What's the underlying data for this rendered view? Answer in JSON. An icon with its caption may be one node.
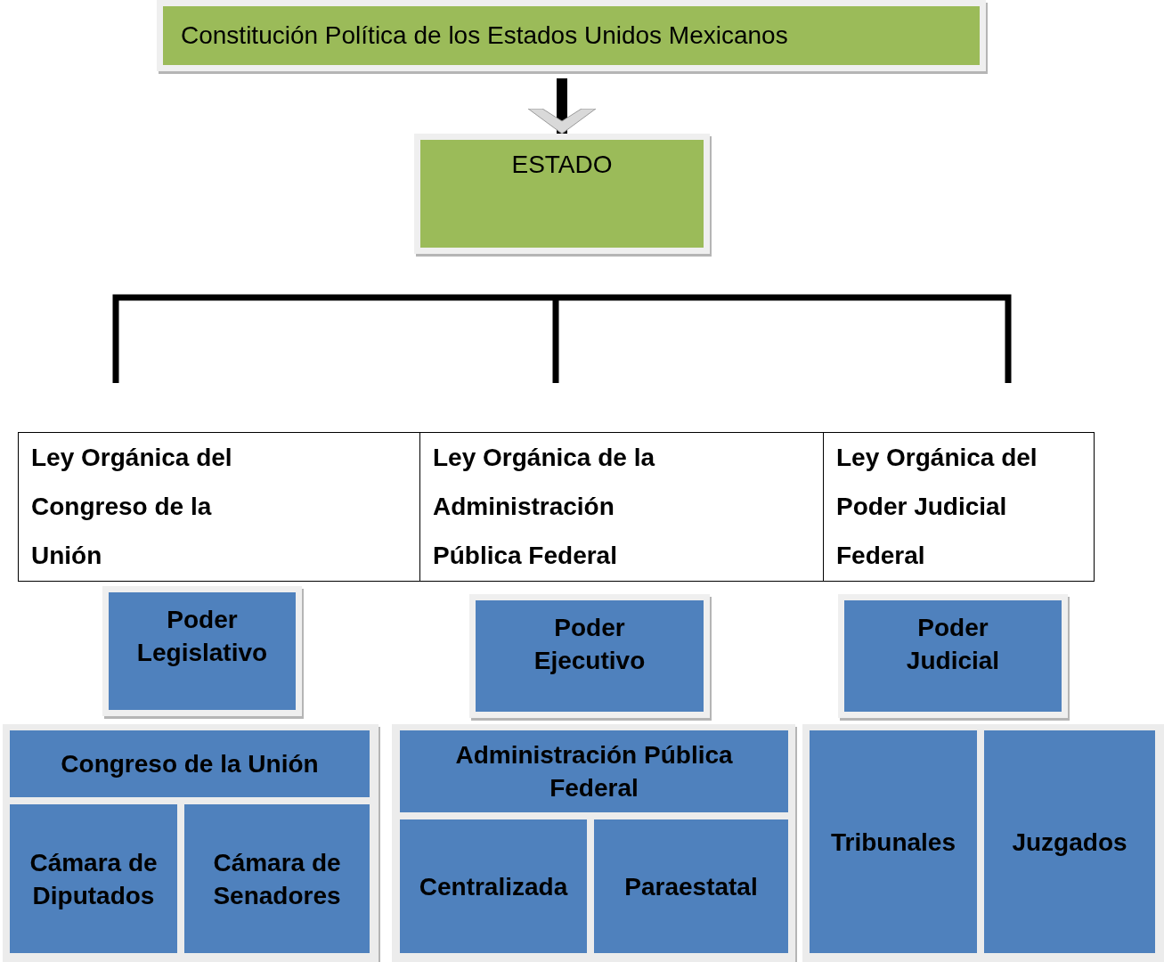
{
  "diagram": {
    "nodes": [
      {
        "text": [
          "Constitución Política de los Estados Unidos Mexicanos"
        ]
      },
      {
        "text": [
          "ESTADO"
        ]
      },
      {
        "text": [
          "Ley Orgánica del Congreso de la Unión"
        ]
      },
      {
        "text": [
          "Ley Orgánica de la Administración Pública Federal"
        ]
      },
      {
        "text": [
          "Ley Orgánica del Poder Judicial Federal"
        ]
      },
      {
        "text": [
          "Poder Legislativo"
        ]
      },
      {
        "text": [
          "Poder Ejecutivo"
        ]
      },
      {
        "text": [
          "Poder Judicial"
        ]
      },
      {
        "text": [
          "Congreso de la Unión"
        ]
      },
      {
        "text": [
          "Cámara de Diputados"
        ]
      },
      {
        "text": [
          "Cámara de Senadores"
        ]
      },
      {
        "text": [
          "Administración Pública Federal"
        ]
      },
      {
        "text": [
          "Centralizada"
        ]
      },
      {
        "text": [
          "Paraestatal"
        ]
      },
      {
        "text": [
          "Tribunales"
        ]
      },
      {
        "text": [
          "Juzgados"
        ]
      }
    ],
    "edges": [
      {
        "from": 0,
        "to": 1,
        "arrow": "to"
      }
    ]
  }
}
